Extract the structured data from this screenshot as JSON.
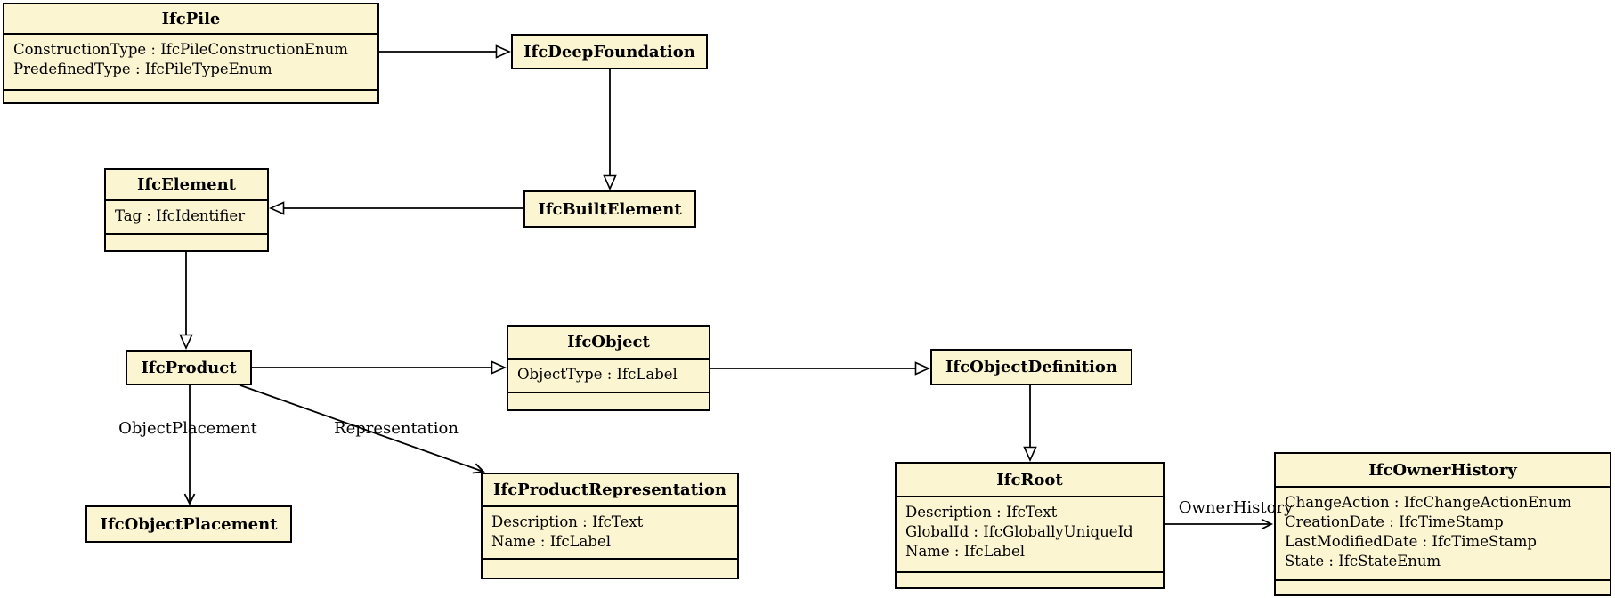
{
  "diagram": {
    "classes": {
      "ifc_pile": {
        "name": "IfcPile",
        "attributes": [
          "ConstructionType : IfcPileConstructionEnum",
          "PredefinedType : IfcPileTypeEnum"
        ]
      },
      "ifc_deep_foundation": {
        "name": "IfcDeepFoundation",
        "attributes": []
      },
      "ifc_element": {
        "name": "IfcElement",
        "attributes": [
          "Tag : IfcIdentifier"
        ]
      },
      "ifc_built_element": {
        "name": "IfcBuiltElement",
        "attributes": []
      },
      "ifc_product": {
        "name": "IfcProduct",
        "attributes": []
      },
      "ifc_object": {
        "name": "IfcObject",
        "attributes": [
          "ObjectType : IfcLabel"
        ]
      },
      "ifc_object_definition": {
        "name": "IfcObjectDefinition",
        "attributes": []
      },
      "ifc_object_placement": {
        "name": "IfcObjectPlacement",
        "attributes": []
      },
      "ifc_product_representation": {
        "name": "IfcProductRepresentation",
        "attributes": [
          "Description : IfcText",
          "Name : IfcLabel"
        ]
      },
      "ifc_root": {
        "name": "IfcRoot",
        "attributes": [
          "Description : IfcText",
          "GlobalId : IfcGloballyUniqueId",
          "Name : IfcLabel"
        ]
      },
      "ifc_owner_history": {
        "name": "IfcOwnerHistory",
        "attributes": [
          "ChangeAction : IfcChangeActionEnum",
          "CreationDate : IfcTimeStamp",
          "LastModifiedDate : IfcTimeStamp",
          "State : IfcStateEnum"
        ]
      }
    },
    "edges": [
      {
        "from": "IfcPile",
        "to": "IfcDeepFoundation",
        "type": "inheritance",
        "label": ""
      },
      {
        "from": "IfcDeepFoundation",
        "to": "IfcBuiltElement",
        "type": "inheritance",
        "label": ""
      },
      {
        "from": "IfcBuiltElement",
        "to": "IfcElement",
        "type": "inheritance",
        "label": ""
      },
      {
        "from": "IfcElement",
        "to": "IfcProduct",
        "type": "inheritance",
        "label": ""
      },
      {
        "from": "IfcProduct",
        "to": "IfcObject",
        "type": "inheritance",
        "label": ""
      },
      {
        "from": "IfcObject",
        "to": "IfcObjectDefinition",
        "type": "inheritance",
        "label": ""
      },
      {
        "from": "IfcObjectDefinition",
        "to": "IfcRoot",
        "type": "inheritance",
        "label": ""
      },
      {
        "from": "IfcProduct",
        "to": "IfcObjectPlacement",
        "type": "association",
        "label": "ObjectPlacement"
      },
      {
        "from": "IfcProduct",
        "to": "IfcProductRepresentation",
        "type": "association",
        "label": "Representation"
      },
      {
        "from": "IfcRoot",
        "to": "IfcOwnerHistory",
        "type": "association",
        "label": "OwnerHistory"
      }
    ],
    "colors": {
      "box_fill": "#fbf5d2",
      "box_border": "#000000",
      "line": "#000000",
      "background": "#ffffff"
    }
  }
}
